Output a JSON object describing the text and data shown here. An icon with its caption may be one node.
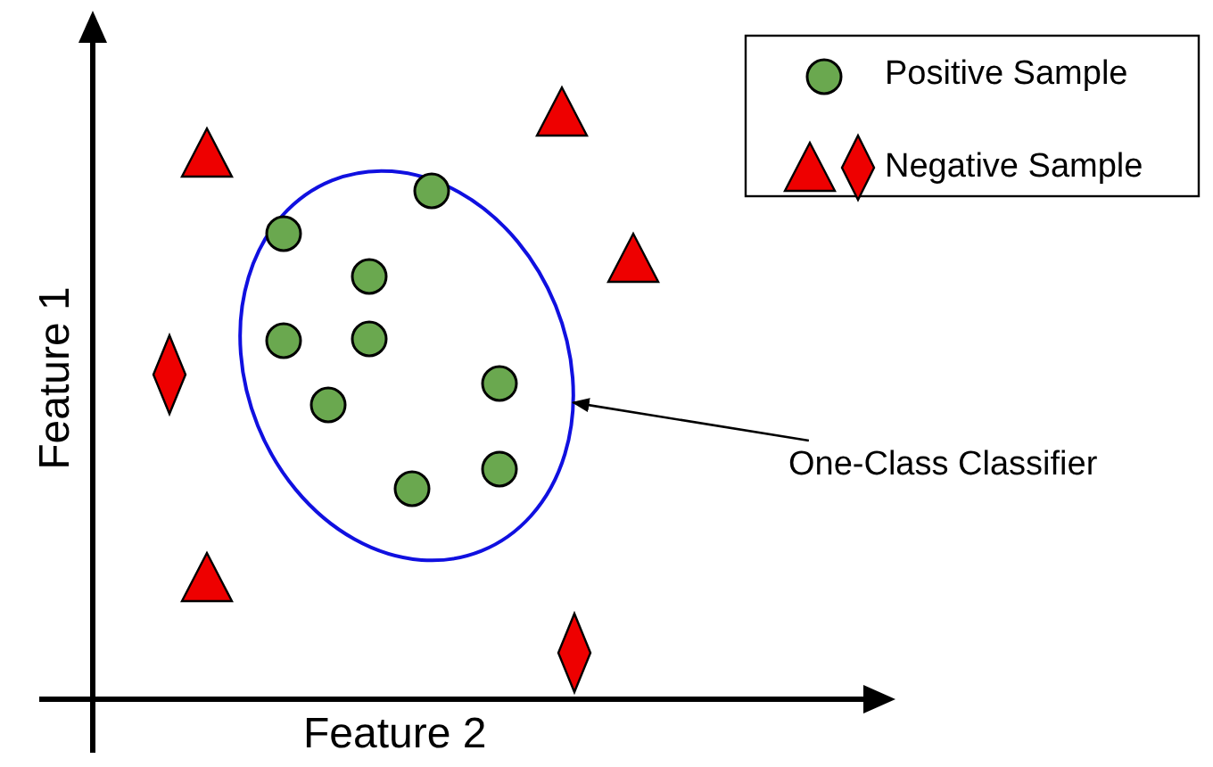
{
  "diagram": {
    "nodes": [
      {
        "text": [],
        "shape": "ellipse"
      },
      {
        "text": [
          "One-Class Classifier"
        ]
      }
    ],
    "edges": [
      {
        "from": 1,
        "to": 0,
        "arrow": "to"
      }
    ],
    "labels": [
      "Feature 1",
      "Feature 2"
    ],
    "legend": [
      {
        "text": "Positive Sample"
      },
      {
        "text": "Negative Sample"
      }
    ]
  }
}
